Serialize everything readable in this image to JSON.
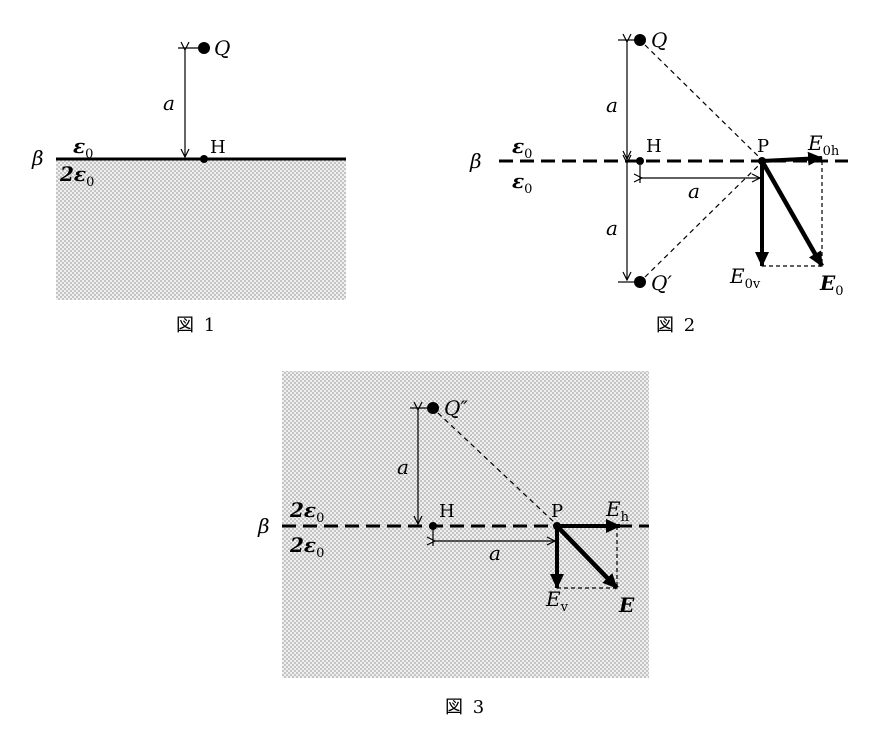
{
  "fig1": {
    "caption": "図 1",
    "charge": "Q",
    "foot": "H",
    "distance": "a",
    "plane": "β",
    "eps_upper": "ε",
    "eps_upper_sub": "0",
    "eps_lower": "2ε",
    "eps_lower_sub": "0"
  },
  "fig2": {
    "caption": "図 2",
    "charge": "Q",
    "image_charge": "Q′",
    "foot": "H",
    "point": "P",
    "distance_up": "a",
    "distance_down": "a",
    "distance_h": "a",
    "plane": "β",
    "eps_upper": "ε",
    "eps_upper_sub": "0",
    "eps_lower": "ε",
    "eps_lower_sub": "0",
    "field_h": "E",
    "field_h_sub": "0h",
    "field_v": "E",
    "field_v_sub": "0v",
    "field": "E",
    "field_sub": "0"
  },
  "fig3": {
    "caption": "図 3",
    "image_charge": "Q″",
    "foot": "H",
    "point": "P",
    "distance_up": "a",
    "distance_h": "a",
    "plane": "β",
    "eps_upper": "2ε",
    "eps_upper_sub": "0",
    "eps_lower": "2ε",
    "eps_lower_sub": "0",
    "field_h": "E",
    "field_h_sub": "h",
    "field_v": "E",
    "field_v_sub": "v",
    "field": "E"
  },
  "colors": {
    "line": "#000000",
    "checker_a": "#c8c8c8",
    "checker_b": "#f0f0f0"
  }
}
